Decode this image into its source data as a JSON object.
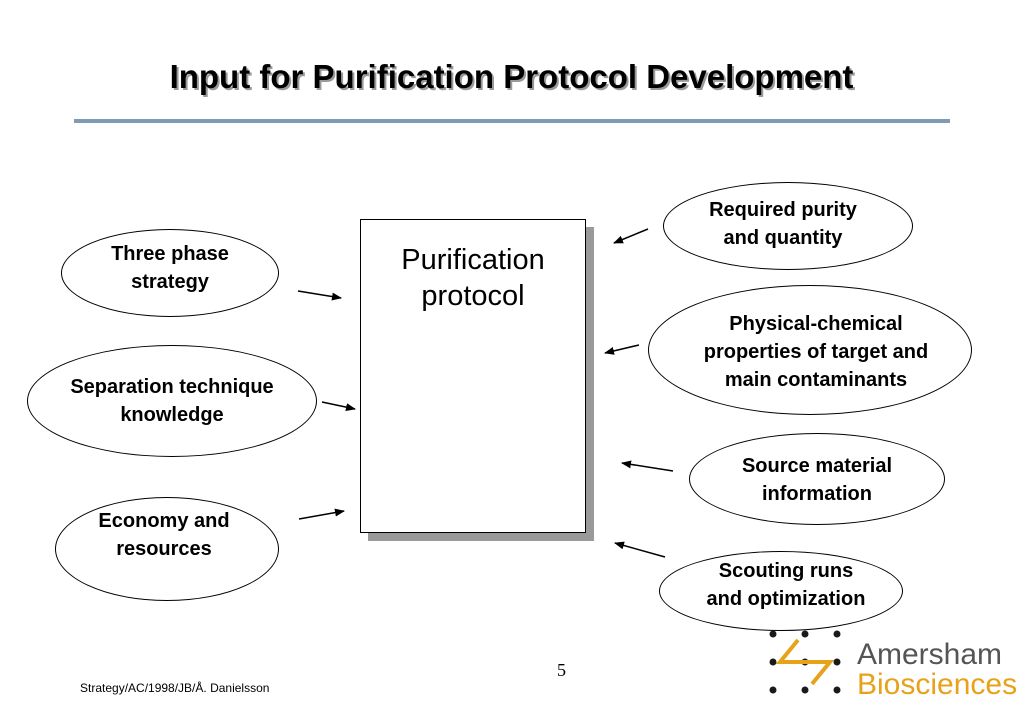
{
  "title": "Input for Purification Protocol Development",
  "center": {
    "label": "Purification\nprotocol"
  },
  "inputs_left": [
    {
      "label": "Three phase\nstrategy"
    },
    {
      "label": "Separation technique\nknowledge"
    },
    {
      "label": "Economy and\nresources"
    }
  ],
  "inputs_right": [
    {
      "label": "Required purity\nand quantity"
    },
    {
      "label": "Physical-chemical\nproperties of target and\nmain contaminants"
    },
    {
      "label": "Source material\ninformation"
    },
    {
      "label": "Scouting runs\nand optimization"
    }
  ],
  "page_number": "5",
  "footer": "Strategy/AC/1998/JB/Å. Danielsson",
  "logo": {
    "line1": "Amersham",
    "line2": "Biosciences",
    "color_gray": "#555555",
    "color_orange": "#e8a21a"
  },
  "colors": {
    "title_rule": "#7f9ab3",
    "shadow": "#9a9a9a"
  }
}
